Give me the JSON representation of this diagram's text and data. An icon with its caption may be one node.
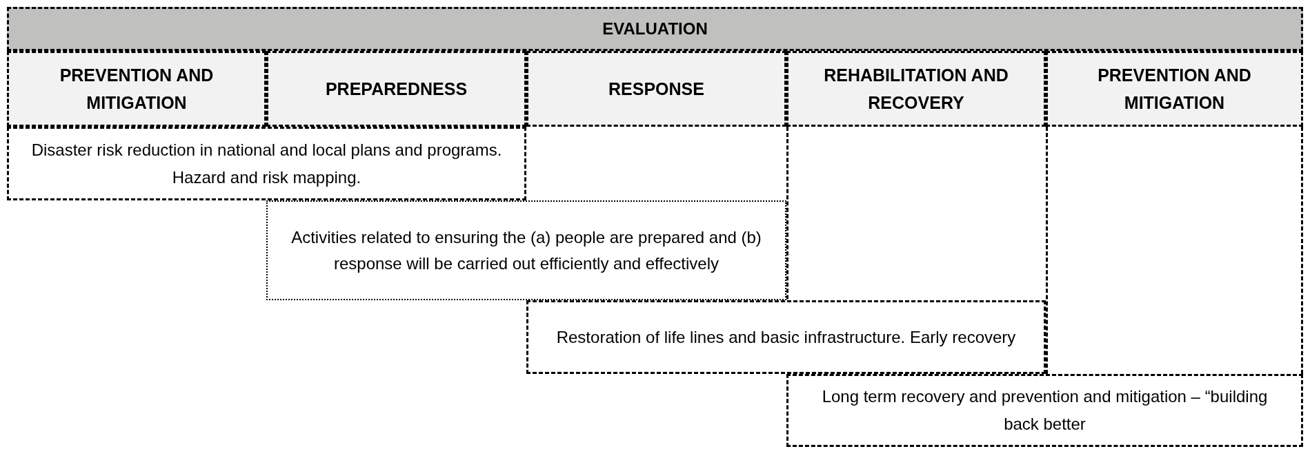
{
  "diagram": {
    "nodes": [
      {
        "text": [
          "EVALUATION"
        ]
      },
      {
        "text": [
          "PREVENTION AND MITIGATION"
        ]
      },
      {
        "text": [
          "PREPAREDNESS"
        ]
      },
      {
        "text": [
          "RESPONSE"
        ]
      },
      {
        "text": [
          "REHABILITATION AND RECOVERY"
        ]
      },
      {
        "text": [
          "PREVENTION AND MITIGATION"
        ]
      },
      {
        "text": [
          "Disaster risk reduction in national and local plans and programs.  Hazard and risk mapping."
        ]
      },
      {
        "text": [
          "Activities related to ensuring the (a) people are prepared and (b) response will be carried out efficiently and effectively"
        ]
      },
      {
        "text": [
          "Restoration of life lines and basic infrastructure.  Early recovery"
        ]
      },
      {
        "text": [
          "Long term recovery and prevention and mitigation – “building back better"
        ]
      }
    ]
  }
}
